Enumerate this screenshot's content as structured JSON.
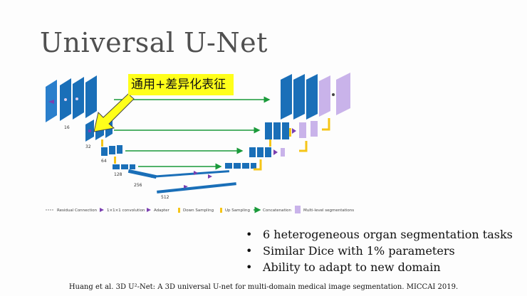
{
  "title": "Universal U-Net",
  "callout": "通用+差异化表征",
  "diagram": {
    "channel_sizes": [
      "16",
      "32",
      "64",
      "128",
      "256",
      "512"
    ],
    "legend": [
      "Residual Connection",
      "1×1×1 convolution",
      "Adapter",
      "Down Sampling",
      "Up Sampling",
      "Concatenation",
      "Multi-level segmentations"
    ],
    "colors": {
      "block": "#1a6fb8",
      "block_dark": "#0d4f8f",
      "segmentation": "#c9b3ea",
      "adapter": "#7a3fb0",
      "down_up": "#f5c518",
      "concat": "#1a9a3a"
    }
  },
  "bullets": [
    "6 heterogeneous organ segmentation tasks",
    "Similar Dice with 1% parameters",
    "Ability to adapt to new domain"
  ],
  "citation": "Huang et al. 3D U²-Net: A 3D universal U-net for multi-domain medical image segmentation. MICCAI 2019."
}
